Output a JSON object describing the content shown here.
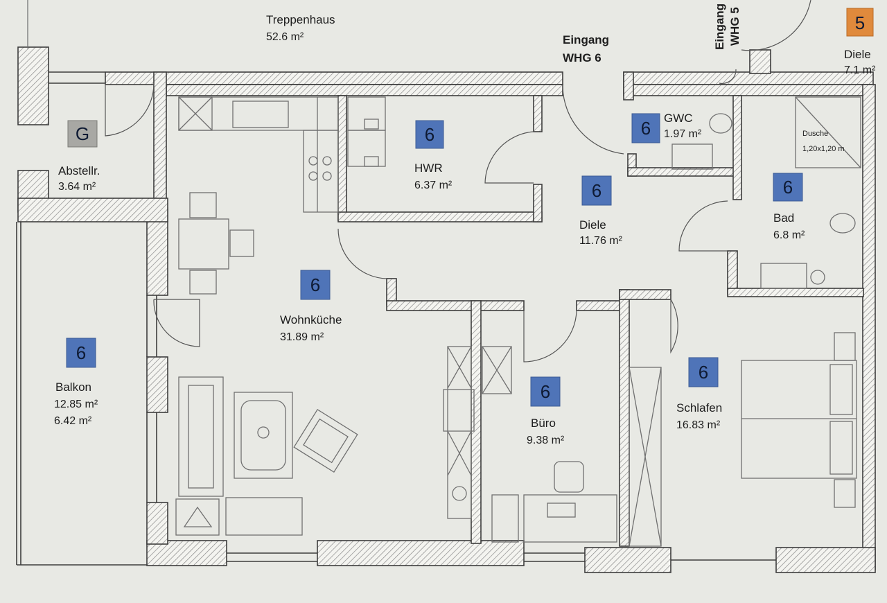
{
  "rooms": {
    "treppenhaus": {
      "name": "Treppenhaus",
      "area": "52.6 m²"
    },
    "eingang6": {
      "line1": "Eingang",
      "line2": "WHG 6"
    },
    "eingang5": {
      "line1": "Eingang",
      "line2": "WHG 5"
    },
    "diele5": {
      "name": "Diele",
      "area": "7.1 m²",
      "unit": "5"
    },
    "abstell": {
      "name": "Abstellr.",
      "area": "3.64 m²",
      "unit": "G"
    },
    "hwr": {
      "name": "HWR",
      "area": "6.37 m²",
      "unit": "6"
    },
    "gwc": {
      "name": "GWC",
      "area": "1.97 m²",
      "unit": "6"
    },
    "dusche": {
      "line1": "Dusche",
      "line2": "1,20x1,20 m"
    },
    "diele": {
      "name": "Diele",
      "area": "11.76 m²",
      "unit": "6"
    },
    "bad": {
      "name": "Bad",
      "area": "6.8 m²",
      "unit": "6"
    },
    "wohnkueche": {
      "name": "Wohnküche",
      "area": "31.89 m²",
      "unit": "6"
    },
    "balkon": {
      "name": "Balkon",
      "area": "12.85 m²",
      "area2": "6.42 m²",
      "unit": "6"
    },
    "buero": {
      "name": "Büro",
      "area": "9.38 m²",
      "unit": "6"
    },
    "schlafen": {
      "name": "Schlafen",
      "area": "16.83 m²",
      "unit": "6"
    }
  },
  "colors": {
    "badge_blue": "#4f74b8",
    "badge_orange": "#e08a3c",
    "badge_grey": "#a8a8a4",
    "background": "#e8e9e4"
  }
}
